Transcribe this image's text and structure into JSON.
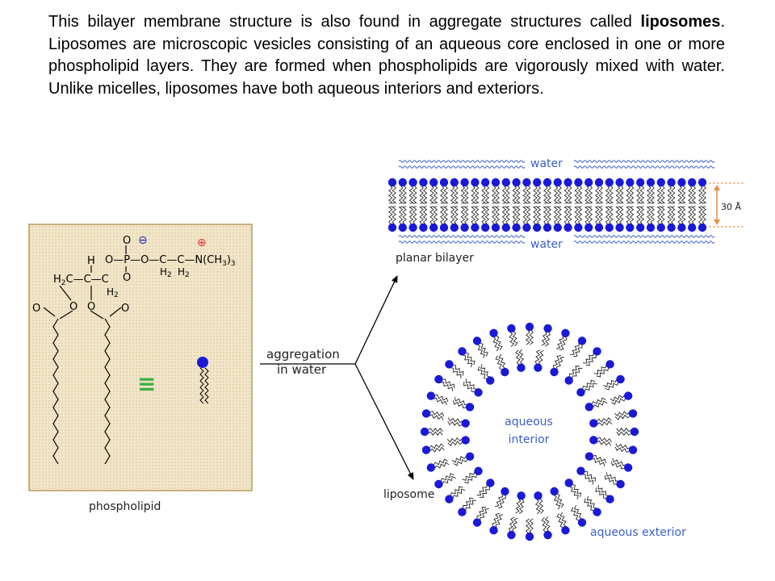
{
  "paragraph": {
    "before": "This bilayer membrane structure is also found in aggregate structures called ",
    "term": "liposomes",
    "after": ". Liposomes are microscopic vesicles consisting of an aqueous core enclosed in one or more phospholipid layers. They are formed when phospholipids are vigorously mixed with water. Unlike micelles, liposomes have both aqueous interiors and exteriors."
  },
  "phospholipid_panel": {
    "caption": "phospholipid",
    "equiv_symbol": "≡",
    "formula": {
      "O_top": "O",
      "minus": "⊖",
      "plus": "⊕",
      "chain": "O—P—O—C—C—N(CH",
      "chain_sub": "3",
      "chain_end": ")",
      "chain_end_sub": "3",
      "H": "H",
      "O_bottom": "O",
      "H2_1": "H",
      "H2_2": "H",
      "sub2": "2",
      "backbone": "H",
      "backbone_sub": "2",
      "backbone_rest": "C—C—C",
      "H2_3": "H",
      "ester_O1": "O",
      "ester_O2": "O",
      "carbonyl_O1": "O",
      "carbonyl_O2": "O"
    }
  },
  "aggregation_label": [
    "aggregation",
    "in water"
  ],
  "bilayer": {
    "water_top": "water",
    "water_bottom": "water",
    "caption": "planar bilayer",
    "thickness": "30 Å",
    "head_count": 31
  },
  "liposome": {
    "caption": "liposome",
    "interior": [
      "aqueous",
      "interior"
    ],
    "exterior": "aqueous exterior",
    "outer_count": 36,
    "inner_count": 24
  },
  "colors": {
    "head": "#1a1ad6",
    "label": "#3a5fcd",
    "bracket": "#f08a3c",
    "equiv": "#3cb043",
    "panel_fill": "#efe2c2",
    "panel_border": "#b89a5c",
    "charge": "#e23030"
  }
}
